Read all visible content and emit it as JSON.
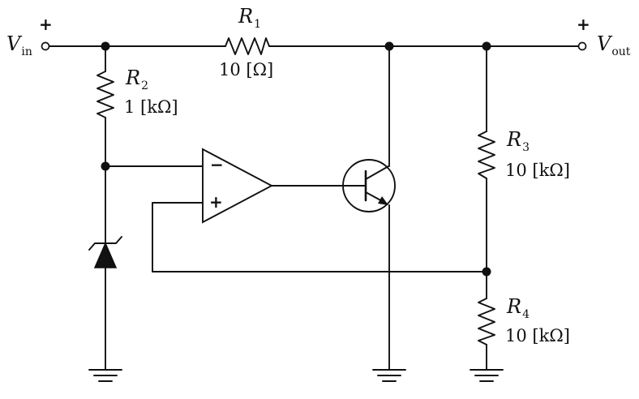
{
  "input": {
    "symbol": "V",
    "subscript": "in",
    "polarity": "+"
  },
  "output": {
    "symbol": "V",
    "subscript": "out",
    "polarity": "+"
  },
  "resistors": [
    {
      "symbol": "R",
      "index": "1",
      "value": "10 [Ω]"
    },
    {
      "symbol": "R",
      "index": "2",
      "value": "1 [kΩ]"
    },
    {
      "symbol": "R",
      "index": "3",
      "value": "10 [kΩ]"
    },
    {
      "symbol": "R",
      "index": "4",
      "value": "10 [kΩ]"
    }
  ],
  "opamp": {
    "inverting": "−",
    "noninverting": "+"
  }
}
